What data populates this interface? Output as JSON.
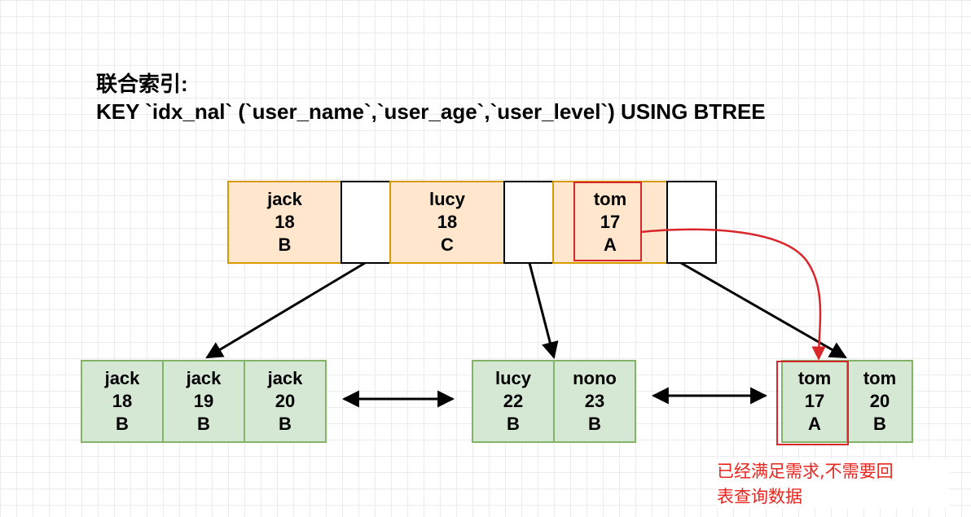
{
  "title": {
    "line1": "联合索引:",
    "line2": "KEY `idx_nal` (`user_name`,`user_age`,`user_level`) USING BTREE"
  },
  "root_node": [
    {
      "name": "jack",
      "age": "18",
      "level": "B"
    },
    {
      "name": "lucy",
      "age": "18",
      "level": "C"
    },
    {
      "name": "tom",
      "age": "17",
      "level": "A"
    }
  ],
  "leaf_nodes": [
    [
      {
        "name": "jack",
        "age": "18",
        "level": "B"
      },
      {
        "name": "jack",
        "age": "19",
        "level": "B"
      },
      {
        "name": "jack",
        "age": "20",
        "level": "B"
      }
    ],
    [
      {
        "name": "lucy",
        "age": "22",
        "level": "B"
      },
      {
        "name": "nono",
        "age": "23",
        "level": "B"
      }
    ],
    [
      {
        "name": "tom",
        "age": "17",
        "level": "A"
      },
      {
        "name": "tom",
        "age": "20",
        "level": "B"
      }
    ]
  ],
  "annotation": {
    "line1": "已经满足需求,不需要回",
    "line2": "表查询数据"
  },
  "colors": {
    "root_fill": "#ffe6cc",
    "root_border": "#d79b00",
    "leaf_fill": "#d5e8d4",
    "leaf_border": "#82b366",
    "highlight": "#d9262a",
    "annotation_text": "#e8261f"
  }
}
